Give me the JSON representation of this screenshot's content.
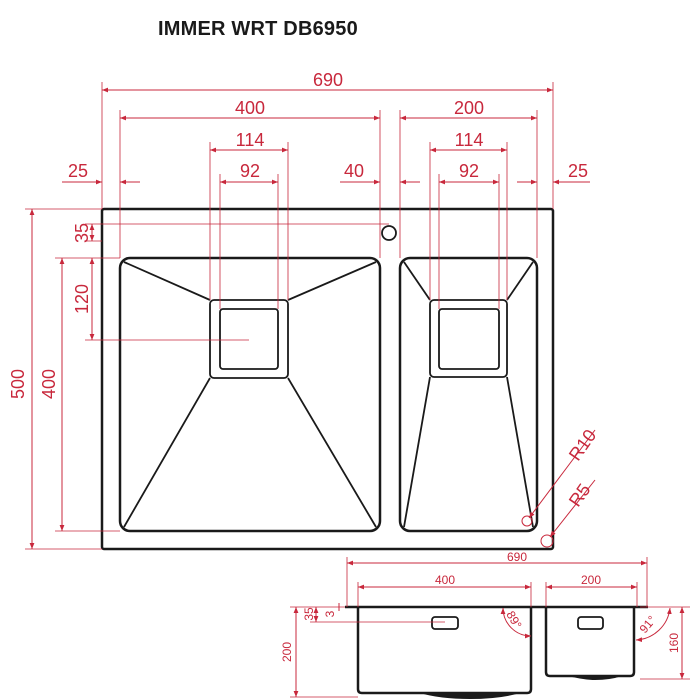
{
  "title": "IMMER WRT DB6950",
  "colors": {
    "dimension": "#c8283c",
    "outline": "#1a1a1a"
  },
  "top_view": {
    "overall_width": "690",
    "left_bowl_width": "400",
    "right_bowl_width": "200",
    "left_drain_outer": "114",
    "left_drain_inner": "92",
    "right_drain_outer": "114",
    "right_drain_inner": "92",
    "left_margin": "25",
    "divider": "40",
    "right_margin": "25",
    "overall_depth": "500",
    "bowl_depth": "400",
    "drain_offset": "120",
    "tap_offset": "35",
    "radius_inner": "R10",
    "radius_outer": "R5"
  },
  "side_view": {
    "overall_width": "690",
    "left_bowl_width": "400",
    "right_bowl_width": "200",
    "left_height": "200",
    "overflow_offset": "35",
    "thickness": "3",
    "right_height": "160",
    "left_angle": "89°",
    "right_angle": "91°"
  }
}
